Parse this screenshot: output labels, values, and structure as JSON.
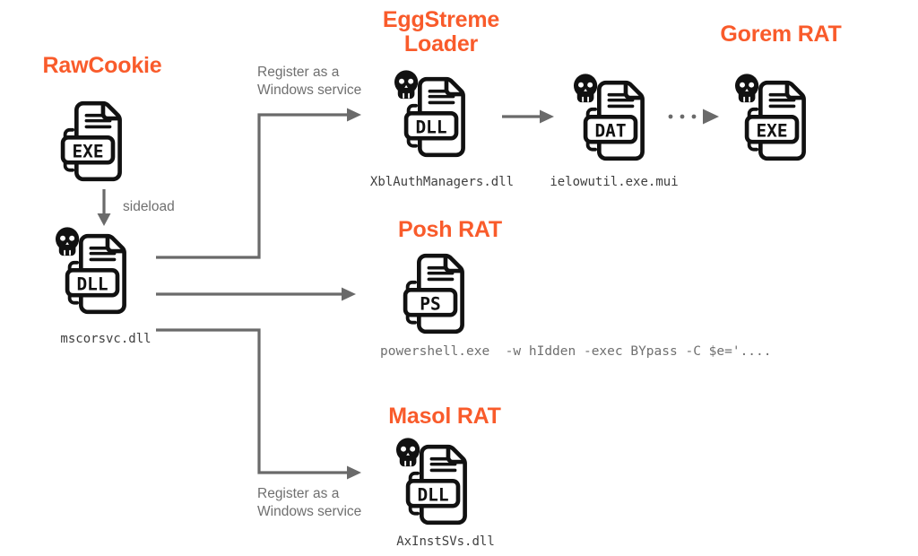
{
  "colors": {
    "accent": "#F95B2B",
    "arrow": "#6A6A6A",
    "ink": "#111111",
    "label_gray": "#6F6F6F",
    "filename_gray": "#3F3F3F"
  },
  "nodes": {
    "rawcookie": {
      "title": "RawCookie",
      "file_type": "EXE"
    },
    "loader_dll": {
      "file_type": "DLL",
      "filename": "mscorsvc.dll"
    },
    "eggstreme": {
      "title_line1": "EggStreme",
      "title_line2": "Loader",
      "file_type": "DLL",
      "filename": "XblAuthManagers.dll"
    },
    "dat_payload": {
      "file_type": "DAT",
      "filename": "ielowutil.exe.mui"
    },
    "gorem": {
      "title": "Gorem RAT",
      "file_type": "EXE"
    },
    "posh": {
      "title": "Posh RAT",
      "file_type": "PS",
      "command": "powershell.exe  -w hIdden -exec BYpass -C $e='...."
    },
    "masol": {
      "title": "Masol RAT",
      "file_type": "DLL",
      "filename": "AxInstSVs.dll"
    }
  },
  "edges": {
    "sideload_label": "sideload",
    "register_top_line1": "Register as a",
    "register_top_line2": "Windows service",
    "register_bottom_line1": "Register as a",
    "register_bottom_line2": "Windows service"
  }
}
